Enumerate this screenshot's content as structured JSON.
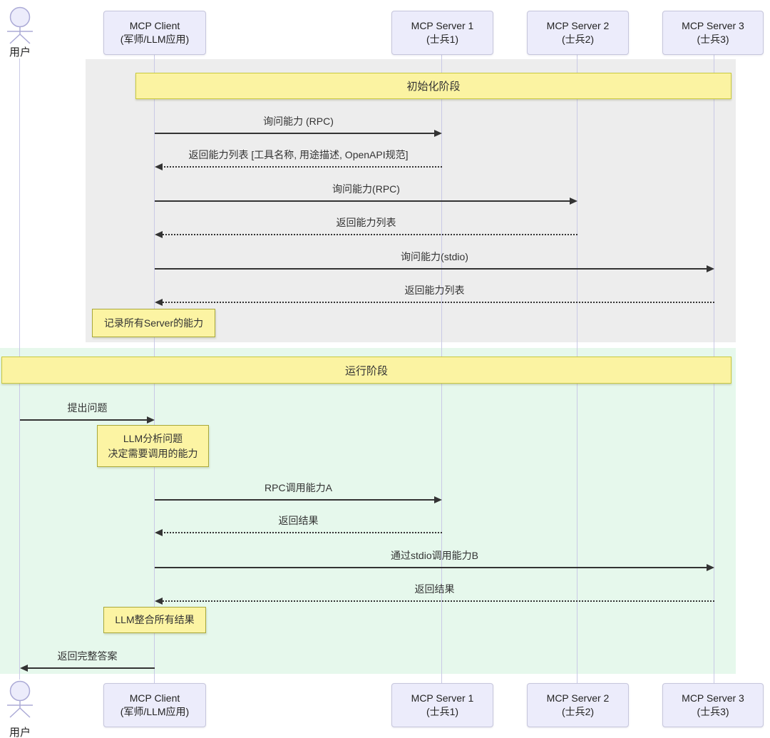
{
  "diagram_type": "sequence-diagram",
  "actors": {
    "user": {
      "label": "用户"
    },
    "client": {
      "line1": "MCP Client",
      "line2": "(军师/LLM应用)"
    },
    "server1": {
      "line1": "MCP Server 1",
      "line2": "(士兵1)"
    },
    "server2": {
      "line1": "MCP Server 2",
      "line2": "(士兵2)"
    },
    "server3": {
      "line1": "MCP Server 3",
      "line2": "(士兵3)"
    }
  },
  "phases": {
    "init": {
      "label": "初始化阶段",
      "bg": "#ededed"
    },
    "run": {
      "label": "运行阶段",
      "bg": "#e6f8ec"
    }
  },
  "messages": [
    {
      "label": "询问能力 (RPC)",
      "from": "MCP Client",
      "to": "MCP Server 1",
      "style": "solid"
    },
    {
      "label": "返回能力列表 [工具名称, 用途描述, OpenAPI规范]",
      "from": "MCP Server 1",
      "to": "MCP Client",
      "style": "dotted"
    },
    {
      "label": "询问能力(RPC)",
      "from": "MCP Client",
      "to": "MCP Server 2",
      "style": "solid"
    },
    {
      "label": "返回能力列表",
      "from": "MCP Server 2",
      "to": "MCP Client",
      "style": "dotted"
    },
    {
      "label": "询问能力(stdio)",
      "from": "MCP Client",
      "to": "MCP Server 3",
      "style": "solid"
    },
    {
      "label": "返回能力列表",
      "from": "MCP Server 3",
      "to": "MCP Client",
      "style": "dotted"
    },
    {
      "label": "提出问题",
      "from": "用户",
      "to": "MCP Client",
      "style": "solid"
    },
    {
      "label": "RPC调用能力A",
      "from": "MCP Client",
      "to": "MCP Server 1",
      "style": "solid"
    },
    {
      "label": "返回结果",
      "from": "MCP Server 1",
      "to": "MCP Client",
      "style": "dotted"
    },
    {
      "label": "通过stdio调用能力B",
      "from": "MCP Client",
      "to": "MCP Server 3",
      "style": "solid"
    },
    {
      "label": "返回结果",
      "from": "MCP Server 3",
      "to": "MCP Client",
      "style": "dotted"
    },
    {
      "label": "返回完整答案",
      "from": "MCP Client",
      "to": "用户",
      "style": "solid"
    }
  ],
  "notes": [
    {
      "text": "记录所有Server的能力"
    },
    {
      "line1": "LLM分析问题",
      "line2": "决定需要调用的能力"
    },
    {
      "text": "LLM整合所有结果"
    }
  ],
  "colors": {
    "actor_fill": "#ececfb",
    "actor_border": "#c6c6dc",
    "note_fill": "#fcf4a3",
    "note_border": "#a8a83a",
    "banner_fill": "#fbf3a2",
    "phase_init_bg": "#ededed",
    "phase_run_bg": "#e6f8ec",
    "lifeline": "#c9c9e6",
    "arrow": "#333333"
  }
}
